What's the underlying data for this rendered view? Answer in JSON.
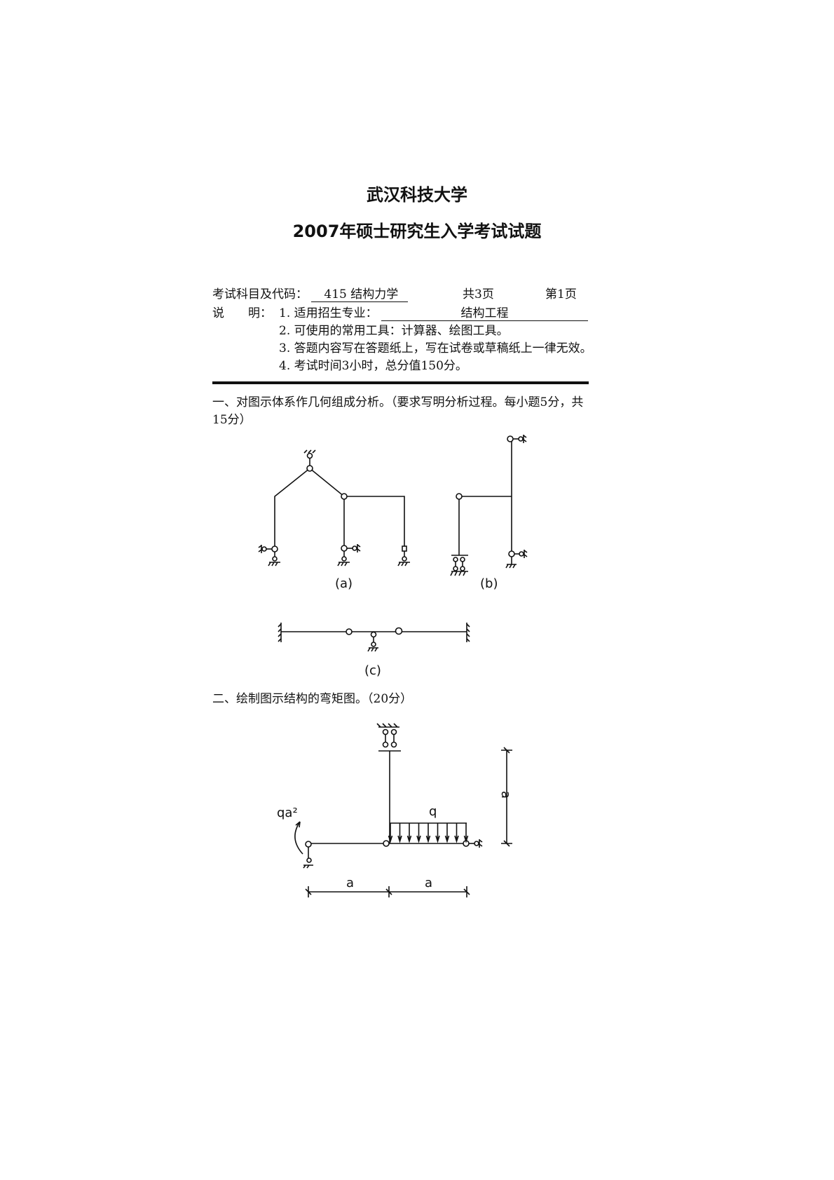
{
  "header": {
    "university": "武汉科技大学",
    "exam_title": "2007年硕士研究生入学考试试题"
  },
  "info": {
    "subject_label": "考试科目及代码：",
    "subject_value": "415 结构力学",
    "total_pages": "共3页",
    "page_number": "第1页",
    "notes_label": "说　　明：",
    "notes": [
      {
        "prefix": "1. 适用招生专业：",
        "value": "结构工程"
      },
      {
        "text": "2. 可使用的常用工具：计算器、绘图工具。"
      },
      {
        "text": "3. 答题内容写在答题纸上，写在试卷或草稿纸上一律无效。"
      },
      {
        "text": "4. 考试时间3小时，总分值150分。"
      }
    ]
  },
  "questions": [
    {
      "line1": "一、对图示体系作几何组成分析。（要求写明分析过程。每小题5分，共",
      "line2": "15分）",
      "figure_labels": [
        "(a)",
        "(b)",
        "(c)"
      ]
    },
    {
      "text": "二、绘制图示结构的弯矩图。（20分）",
      "figure": {
        "moment_label": "qa²",
        "load_label": "q",
        "dimension_labels": [
          "a",
          "a",
          "a"
        ]
      }
    }
  ]
}
